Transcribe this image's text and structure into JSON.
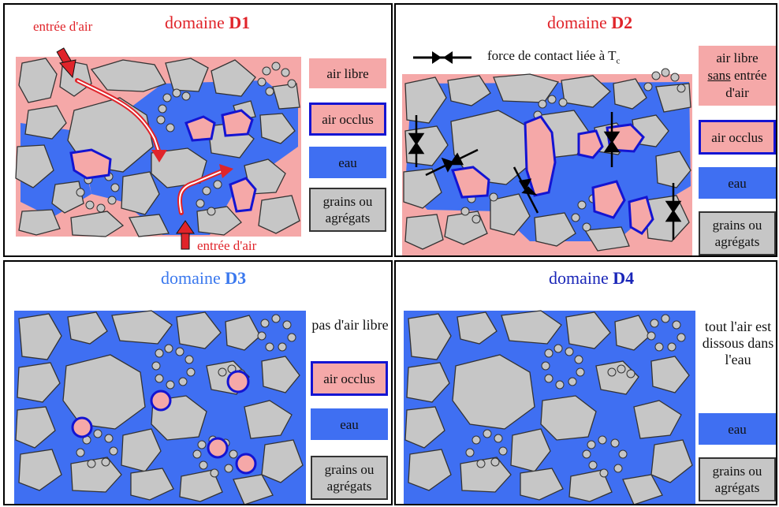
{
  "colors": {
    "air": "#f5a8a8",
    "water": "#3f6ff2",
    "grain": "#c6c6c6",
    "occluded_border": "#1414d2",
    "arrow": "#e0242a"
  },
  "panels": {
    "d1": {
      "title_prefix": "domaine ",
      "title_id": "D1",
      "inlet_top": "entrée d'air",
      "inlet_bottom": "entrée d'air",
      "legend": {
        "free_air": "air libre",
        "occluded_air": "air occlus",
        "water": "eau",
        "grains": "grains ou agrégats"
      }
    },
    "d2": {
      "title_prefix": "domaine ",
      "title_id": "D2",
      "force_text": "force de contact liée à T",
      "force_sub": "c",
      "legend": {
        "free_air": "air libre sans entrée d'air",
        "free_air_1": "air libre",
        "free_air_2": "sans",
        "free_air_3": " entrée",
        "free_air_4": "d'air",
        "occluded_air": "air occlus",
        "water": "eau",
        "grains": "grains ou agrégats"
      }
    },
    "d3": {
      "title_prefix": "domaine ",
      "title_id": "D3",
      "legend": {
        "no_air": "pas d'air libre",
        "occluded_air": "air occlus",
        "water": "eau",
        "grains": "grains ou agrégats"
      }
    },
    "d4": {
      "title_prefix": "domaine ",
      "title_id": "D4",
      "legend": {
        "dissolved": "tout l'air est dissous dans l'eau",
        "water": "eau",
        "grains": "grains ou agrégats"
      }
    }
  }
}
